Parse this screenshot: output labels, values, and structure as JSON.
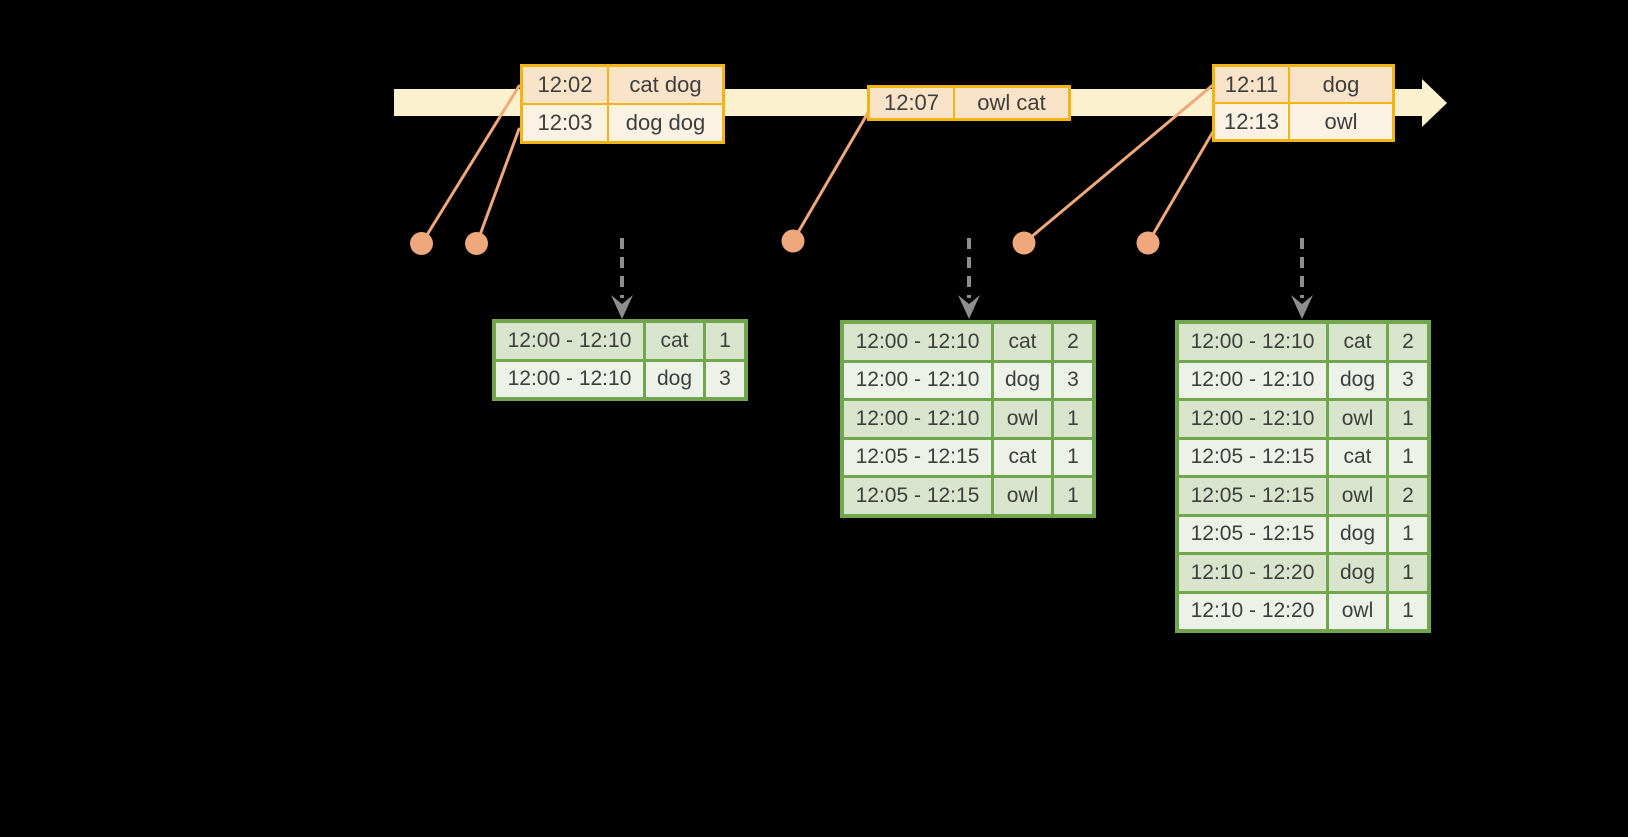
{
  "colors": {
    "background": "#000000",
    "timeline_fill": "#FCF1CE",
    "event_border": "#F2B512",
    "event_cell_peach": "#FAE4C9",
    "event_cell_cream": "#FCF2E3",
    "connector": "#EFA87C",
    "dashed_arrow": "#8E8E8E",
    "table_border": "#70A64C",
    "table_row_dark": "#D8E4CC",
    "table_row_light": "#ECF2E7",
    "text": "#3E3E3E"
  },
  "timeline": {
    "events": [
      {
        "rows": [
          {
            "time": "12:02",
            "words": "cat dog"
          },
          {
            "time": "12:03",
            "words": "dog dog"
          }
        ]
      },
      {
        "rows": [
          {
            "time": "12:07",
            "words": "owl cat"
          }
        ]
      },
      {
        "rows": [
          {
            "time": "12:11",
            "words": "dog"
          },
          {
            "time": "12:13",
            "words": "owl"
          }
        ]
      }
    ]
  },
  "result_tables": [
    {
      "rows": [
        [
          "12:00 - 12:10",
          "cat",
          "1"
        ],
        [
          "12:00 - 12:10",
          "dog",
          "3"
        ]
      ]
    },
    {
      "rows": [
        [
          "12:00 - 12:10",
          "cat",
          "2"
        ],
        [
          "12:00 - 12:10",
          "dog",
          "3"
        ],
        [
          "12:00 - 12:10",
          "owl",
          "1"
        ],
        [
          "12:05 - 12:15",
          "cat",
          "1"
        ],
        [
          "12:05 - 12:15",
          "owl",
          "1"
        ]
      ]
    },
    {
      "rows": [
        [
          "12:00 - 12:10",
          "cat",
          "2"
        ],
        [
          "12:00 - 12:10",
          "dog",
          "3"
        ],
        [
          "12:00 - 12:10",
          "owl",
          "1"
        ],
        [
          "12:05 - 12:15",
          "cat",
          "1"
        ],
        [
          "12:05 - 12:15",
          "owl",
          "2"
        ],
        [
          "12:05 - 12:15",
          "dog",
          "1"
        ],
        [
          "12:10 - 12:20",
          "dog",
          "1"
        ],
        [
          "12:10 - 12:20",
          "owl",
          "1"
        ]
      ]
    }
  ]
}
